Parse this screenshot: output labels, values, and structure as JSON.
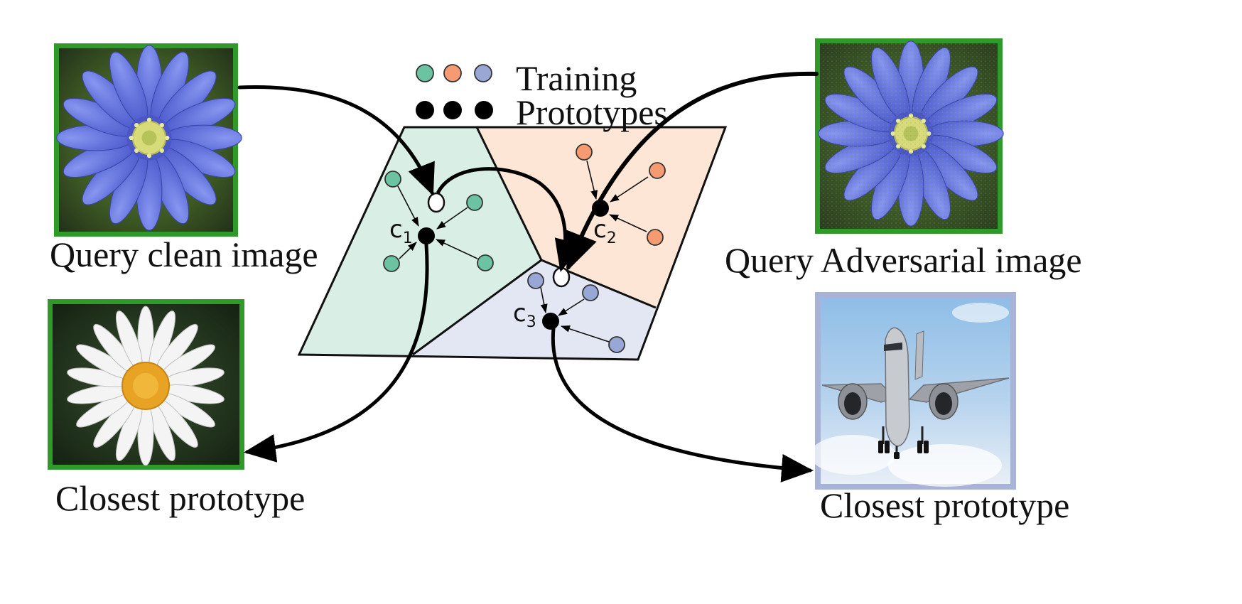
{
  "labels": {
    "query_clean": "Query clean image",
    "closest_left": "Closest prototype",
    "query_adv": "Query Adversarial image",
    "closest_right": "Closest prototype"
  },
  "legend": {
    "training": "Training",
    "prototypes": "Prototypes"
  },
  "centers": {
    "c1": {
      "letter": "c",
      "index": "1"
    },
    "c2": {
      "letter": "c",
      "index": "2"
    },
    "c3": {
      "letter": "c",
      "index": "3"
    }
  },
  "colors": {
    "green_region": "#d9eee4",
    "orange_region": "#fde6d5",
    "blue_region": "#e3e7f3",
    "green_point": "#6cc3a2",
    "orange_point": "#f59a71",
    "blue_point": "#98a7d6",
    "frame_green": "#2f9a2a",
    "frame_blue": "#a7b4d8"
  },
  "images": {
    "query_clean": "blue-anemone-flower",
    "query_adv": "blue-anemone-flower-perturbed",
    "closest_left": "white-daisy-flower",
    "closest_right": "airplane-in-sky"
  }
}
